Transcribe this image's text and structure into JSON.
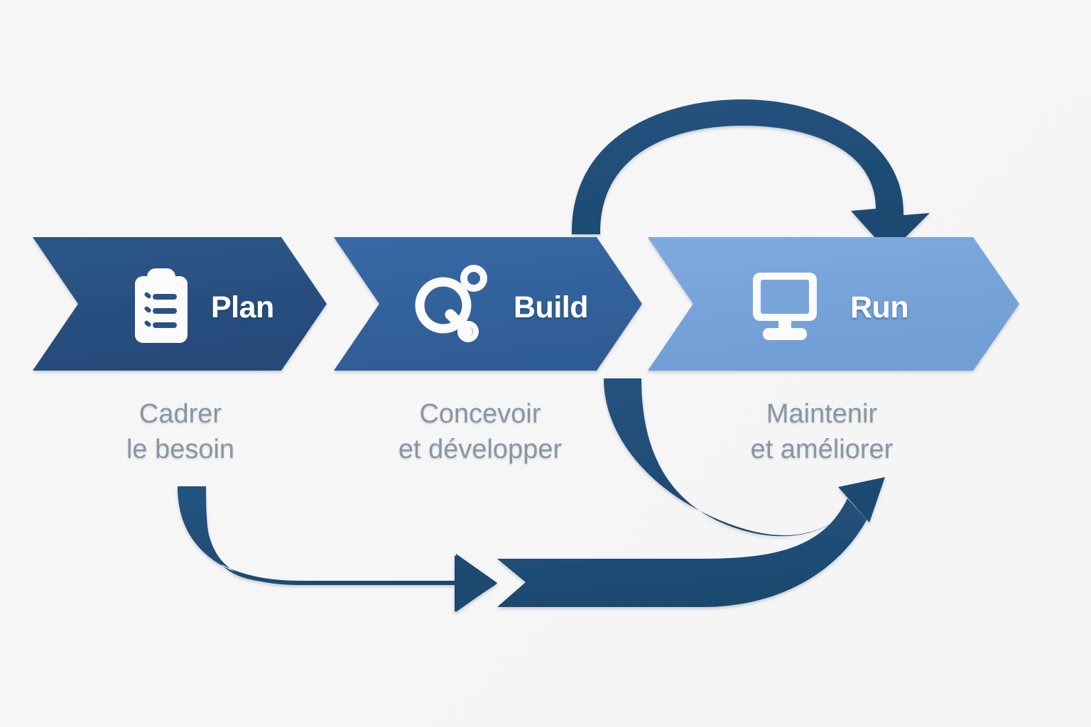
{
  "diagram": {
    "title": "Plan Build Run cycle",
    "background_color": "#f6f6f6",
    "stages": [
      {
        "id": "plan",
        "label": "Plan",
        "caption_line1": "Cadrer",
        "caption_line2": "le besoin",
        "icon": "clipboard-checklist-icon",
        "color": "#2a5285"
      },
      {
        "id": "build",
        "label": "Build",
        "caption_line1": "Concevoir",
        "caption_line2": "et développer",
        "icon": "q-degree-icon",
        "color": "#34639e"
      },
      {
        "id": "run",
        "label": "Run",
        "caption_line1": "Maintenir",
        "caption_line2": "et améliorer",
        "icon": "monitor-icon",
        "color": "#79a4db"
      }
    ],
    "arrows": [
      {
        "id": "run-to-build-top",
        "name": "top-feedback-arrow",
        "color": "#1f4e79",
        "direction": "left-to-right-over-top"
      },
      {
        "id": "plan-entry-bottom",
        "name": "bottom-left-entry-arrow",
        "color": "#1f4e79",
        "direction": "down-then-right"
      },
      {
        "id": "build-to-run-bottom",
        "name": "bottom-loop-arrow",
        "color": "#1f4e79",
        "direction": "down-then-right-up"
      }
    ],
    "caption_color": "#8996a3",
    "label_color": "#ffffff"
  }
}
